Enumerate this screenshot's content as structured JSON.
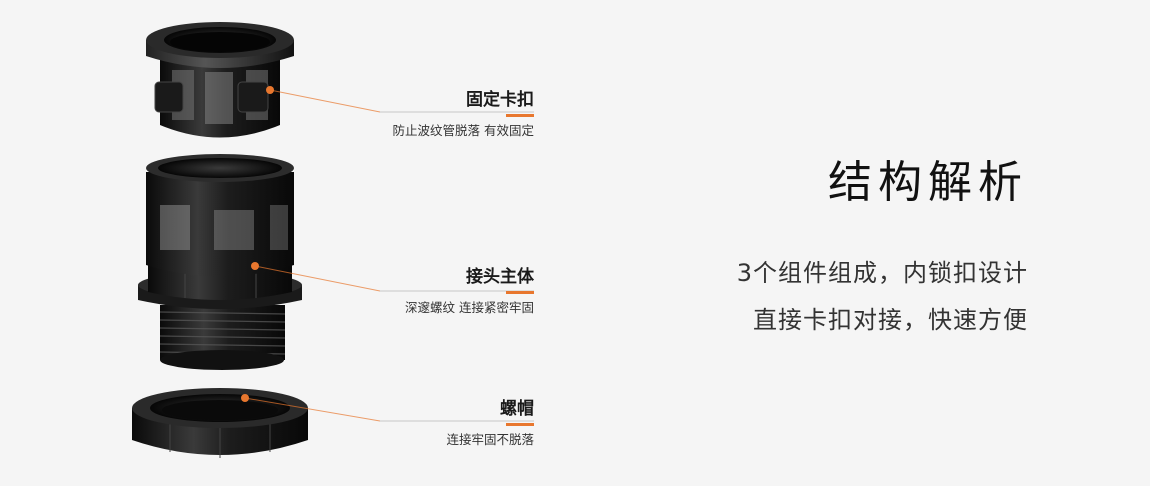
{
  "parts": [
    {
      "title": "固定卡扣",
      "desc": "防止波纹管脱落 有效固定"
    },
    {
      "title": "接头主体",
      "desc": "深邃螺纹 连接紧密牢固"
    },
    {
      "title": "螺帽",
      "desc": "连接牢固不脱落"
    }
  ],
  "heading": "结构解析",
  "lines": [
    "3个组件组成，内锁扣设计",
    "直接卡扣对接，快速方便"
  ],
  "colors": {
    "accent": "#e8772e",
    "background": "#f5f5f5",
    "part": "#151515"
  }
}
